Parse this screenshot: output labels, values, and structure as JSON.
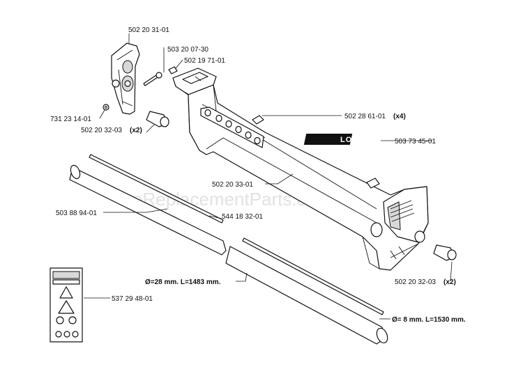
{
  "watermark": "eReplacementParts.com",
  "logo_text": "LOW AB",
  "labels": {
    "p1": "502 20 31-01",
    "p2": "503 20 07-30",
    "p3": "502 19 71-01",
    "p4": "731 23 14-01",
    "p5": "502 20 32-03",
    "p5_qty": "(x2)",
    "p6": "502 28 61-01",
    "p6_qty": "(x4)",
    "p7": "503 73 45-01",
    "p8": "502 20 33-01",
    "p9": "503 88 94-01",
    "p10": "544 18 32-01",
    "p11": "502 20 32-03",
    "p11_qty": "(x2)",
    "p12": "Ø=28 mm. L=1483 mm.",
    "p13": "537 29 48-01",
    "p14": "Ø= 8 mm. L=1530 mm."
  }
}
